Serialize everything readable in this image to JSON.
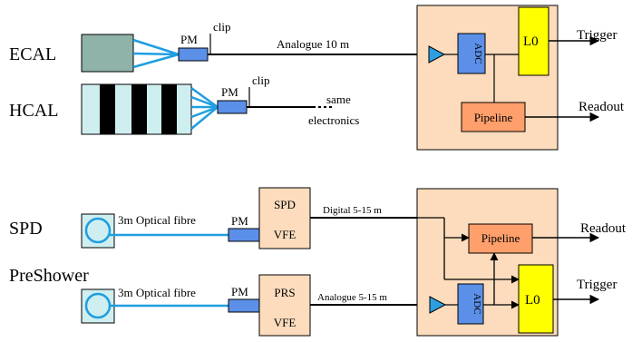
{
  "detectors": {
    "ecal": "ECAL",
    "hcal": "HCAL",
    "spd": "SPD",
    "preshower": "PreShower"
  },
  "ecal_chain": {
    "pm": "PM",
    "clip": "clip",
    "cable": "Analogue 10 m"
  },
  "hcal_chain": {
    "pm": "PM",
    "clip": "clip",
    "same_line1": "same",
    "same_line2": "electronics"
  },
  "calo_board": {
    "adc": "ADC",
    "l0": "L0",
    "pipeline": "Pipeline",
    "trigger": "Trigger",
    "readout": "Readout"
  },
  "spd_chain": {
    "fibre": "3m Optical fibre",
    "pm": "PM",
    "vfe_top": "SPD",
    "vfe_bottom": "VFE",
    "cable": "Digital 5-15 m"
  },
  "prs_chain": {
    "fibre": "3m Optical fibre",
    "pm": "PM",
    "vfe_top": "PRS",
    "vfe_bottom": "VFE",
    "cable": "Analogue 5-15 m"
  },
  "ps_board": {
    "pipeline": "Pipeline",
    "adc": "ADC",
    "l0": "L0",
    "readout": "Readout",
    "trigger": "Trigger"
  },
  "colors": {
    "board": "#fddcbd",
    "ecal_module": "#8fb3a9",
    "hcal_light": "#cfeeef",
    "fibre": "#1f9ee0",
    "pm": "#5b8fe8",
    "l0": "#ffff00",
    "pipeline": "#ff9f6b",
    "amp": "#2d9fe0"
  }
}
